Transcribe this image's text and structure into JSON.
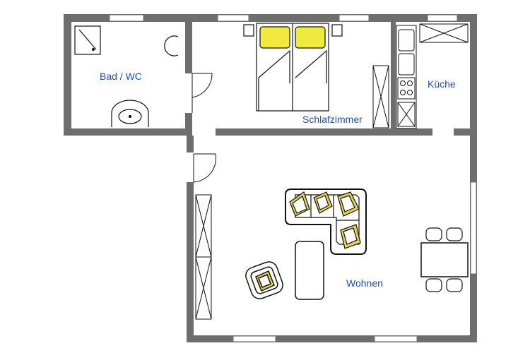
{
  "colors": {
    "wall": "#6e6e6e",
    "label": "#1f4fb5",
    "cushion": "#e3d34a",
    "pillow": "#f0ea3c",
    "furniture": "#111111",
    "window": "#ffffff"
  },
  "rooms": {
    "bath": {
      "label": "Bad / WC"
    },
    "bedroom": {
      "label": "Schlafzimmer"
    },
    "kitchen": {
      "label": "Küche"
    },
    "living": {
      "label": "Wohnen"
    }
  },
  "icons": [
    "shower-icon",
    "toilet-icon",
    "sink-icon",
    "bed-icon",
    "wardrobe-icon",
    "stove-icon",
    "sofa-icon",
    "armchair-icon",
    "dining-table-icon",
    "chair-icon"
  ]
}
